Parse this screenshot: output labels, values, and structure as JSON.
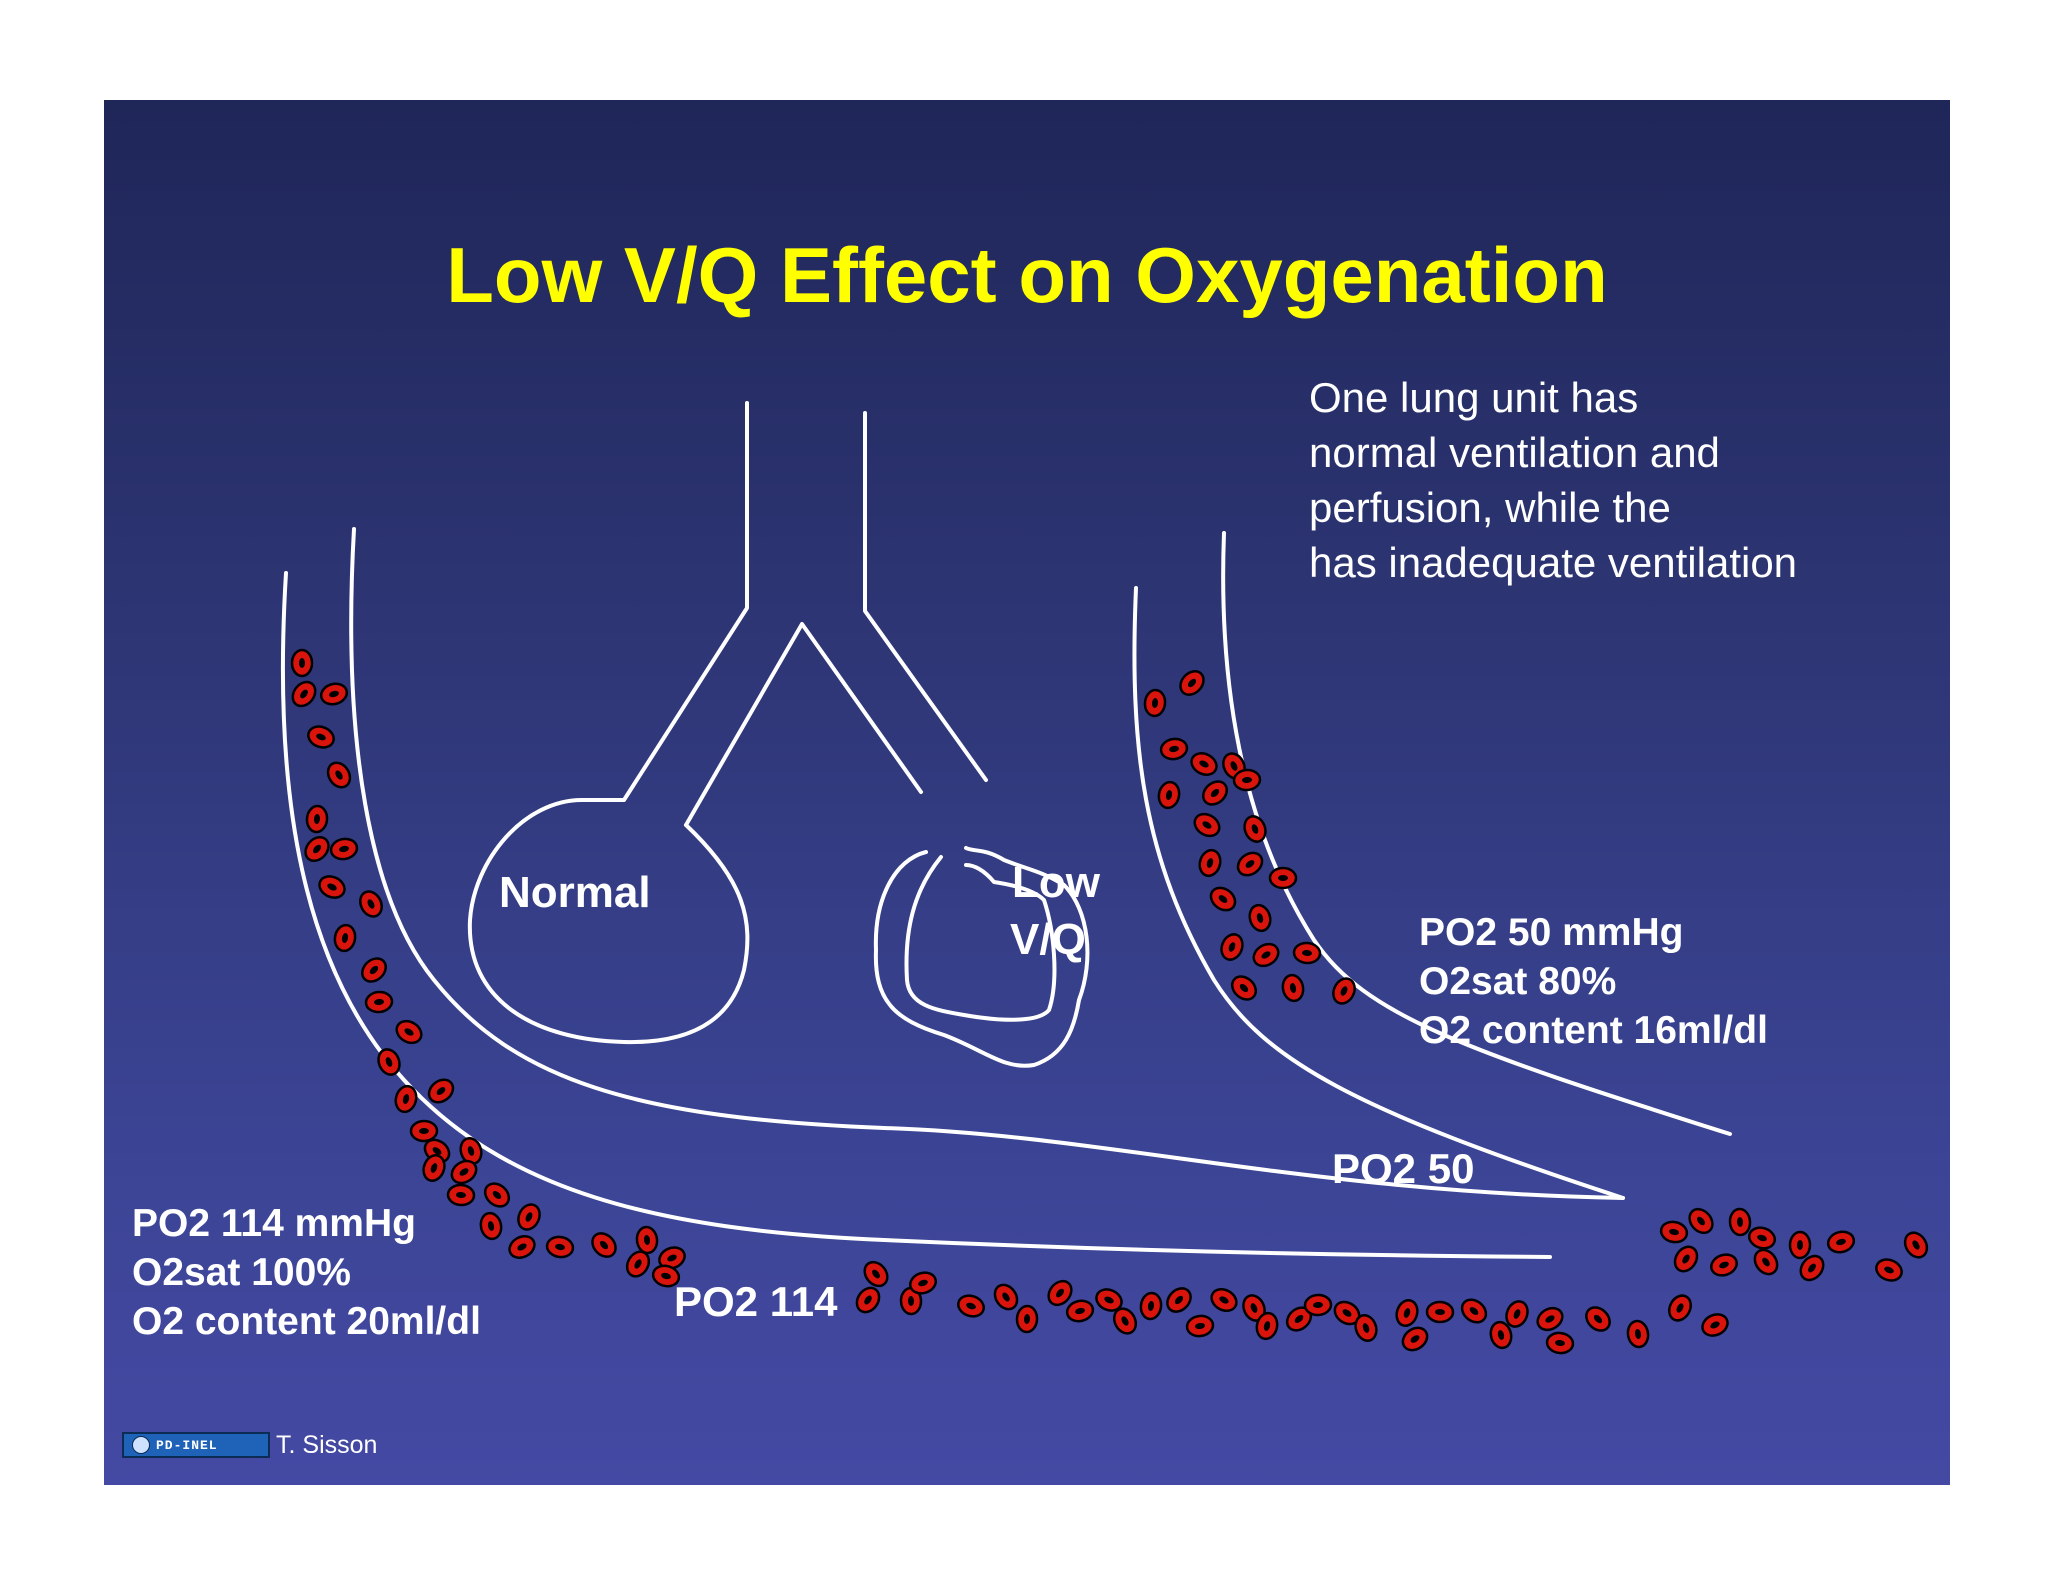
{
  "title": "Low V/Q Effect on Oxygenation",
  "description": [
    "One lung unit has",
    "normal ventilation and",
    "perfusion, while the",
    "has inadequate ventilation"
  ],
  "alveoli": {
    "normal_label": "Normal",
    "low_vq_label_line1": "Low",
    "low_vq_label_line2": "V/Q"
  },
  "left_stats": [
    "PO2 114 mmHg",
    "O2sat 100%",
    "O2 content 20ml/dl"
  ],
  "right_stats": [
    "PO2 50 mmHg",
    "O2sat 80%",
    "O2 content 16ml/dl"
  ],
  "vessel_labels": {
    "left": "PO2 114",
    "right": "PO2 50"
  },
  "footer": {
    "logo_text": "PD-INEL",
    "author": "T. Sisson"
  },
  "colors": {
    "title": "#ffff00",
    "text": "#ffffff",
    "background_top": "#1f2658",
    "background_bottom": "#4449a3",
    "red_cell": "#d8140c"
  }
}
